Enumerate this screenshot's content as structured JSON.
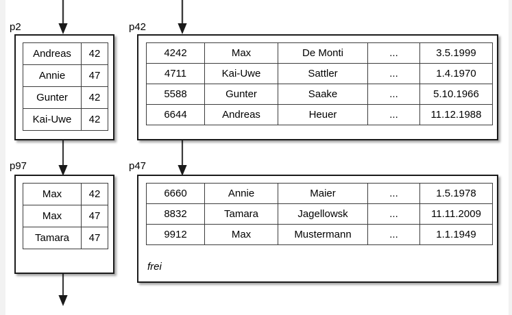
{
  "diagram": {
    "title": "Hash/index page structure with directory pages and data pages",
    "background_color": "#ffffff",
    "line_color": "#1a1a1a",
    "ellipsis": "..."
  },
  "pages": [
    {
      "id": "p2",
      "label": "p2",
      "kind": "index-page",
      "columns": 2,
      "rows": [
        {
          "name": "Andreas",
          "pointer": "42"
        },
        {
          "name": "Annie",
          "pointer": "47"
        },
        {
          "name": "Gunter",
          "pointer": "42"
        },
        {
          "name": "Kai-Uwe",
          "pointer": "42"
        }
      ]
    },
    {
      "id": "p42",
      "label": "p42",
      "kind": "data-page",
      "columns": 5,
      "rows": [
        {
          "key": "4242",
          "first_name": "Max",
          "last_name": "De Monti",
          "more": "...",
          "date": "3.5.1999"
        },
        {
          "key": "4711",
          "first_name": "Kai-Uwe",
          "last_name": "Sattler",
          "more": "...",
          "date": "1.4.1970"
        },
        {
          "key": "5588",
          "first_name": "Gunter",
          "last_name": "Saake",
          "more": "...",
          "date": "5.10.1966"
        },
        {
          "key": "6644",
          "first_name": "Andreas",
          "last_name": "Heuer",
          "more": "...",
          "date": "11.12.1988"
        }
      ]
    },
    {
      "id": "p97",
      "label": "p97",
      "kind": "index-page",
      "columns": 2,
      "rows": [
        {
          "name": "Max",
          "pointer": "42"
        },
        {
          "name": "Max",
          "pointer": "47"
        },
        {
          "name": "Tamara",
          "pointer": "47"
        }
      ]
    },
    {
      "id": "p47",
      "label": "p47",
      "kind": "data-page",
      "columns": 5,
      "free_space_label": "frei",
      "rows": [
        {
          "key": "6660",
          "first_name": "Annie",
          "last_name": "Maier",
          "more": "...",
          "date": "1.5.1978"
        },
        {
          "key": "8832",
          "first_name": "Tamara",
          "last_name": "Jagellowsk",
          "more": "...",
          "date": "11.11.2009"
        },
        {
          "key": "9912",
          "first_name": "Max",
          "last_name": "Mustermann",
          "more": "...",
          "date": "1.1.1949"
        }
      ]
    }
  ],
  "arrows": [
    {
      "name": "arrow-into-p2",
      "from": "top-edge",
      "to": "p2"
    },
    {
      "name": "arrow-into-p42",
      "from": "top-edge",
      "to": "p42"
    },
    {
      "name": "arrow-p2-to-p97",
      "from": "p2",
      "to": "p97"
    },
    {
      "name": "arrow-p42-to-p47",
      "from": "p42",
      "to": "p47"
    },
    {
      "name": "arrow-out-of-p97",
      "from": "p97",
      "to": "bottom-edge"
    }
  ]
}
